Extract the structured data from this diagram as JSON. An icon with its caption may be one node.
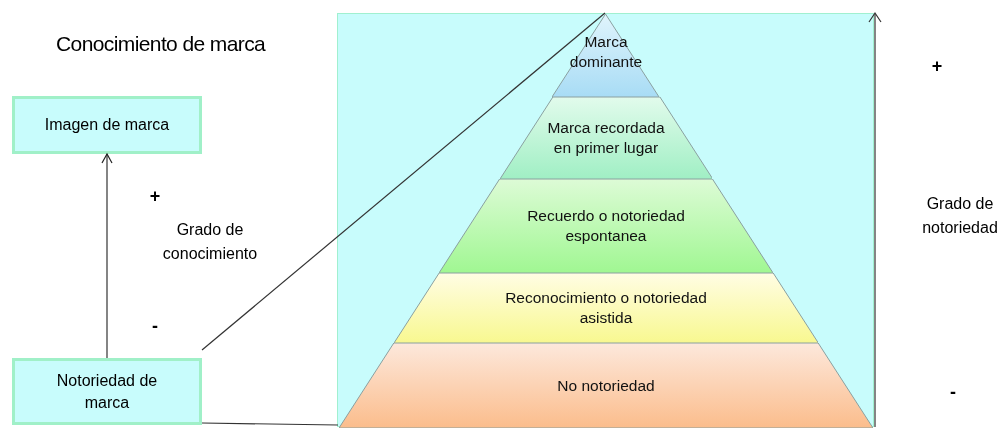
{
  "diagram": {
    "title": "Conocimiento de marca",
    "nodes": [
      {
        "text": [
          "Imagen de marca"
        ]
      },
      {
        "text": [
          "Notoriedad de marca"
        ]
      },
      {
        "text": [],
        "shape": "box"
      },
      {
        "text": [
          "Marca dominante"
        ],
        "in": 2
      },
      {
        "text": [
          "Marca recordada en primer lugar"
        ],
        "in": 2
      },
      {
        "text": [
          "Recuerdo o notoriedad espontanea"
        ],
        "in": 2
      },
      {
        "text": [
          "Reconocimiento o notoriedad asistida"
        ],
        "in": 2
      },
      {
        "text": [
          "No notoriedad"
        ],
        "in": 2
      }
    ],
    "edges": [
      {
        "from": 1,
        "to": 0,
        "arrow": "to"
      },
      {
        "from": 1,
        "to": 3,
        "arrow": "none"
      },
      {
        "from": 1,
        "to": 7,
        "arrow": "none"
      }
    ],
    "labels": [
      "+",
      "Grado de conocimiento",
      "-",
      "+",
      "Grado de notoriedad",
      "-"
    ]
  }
}
